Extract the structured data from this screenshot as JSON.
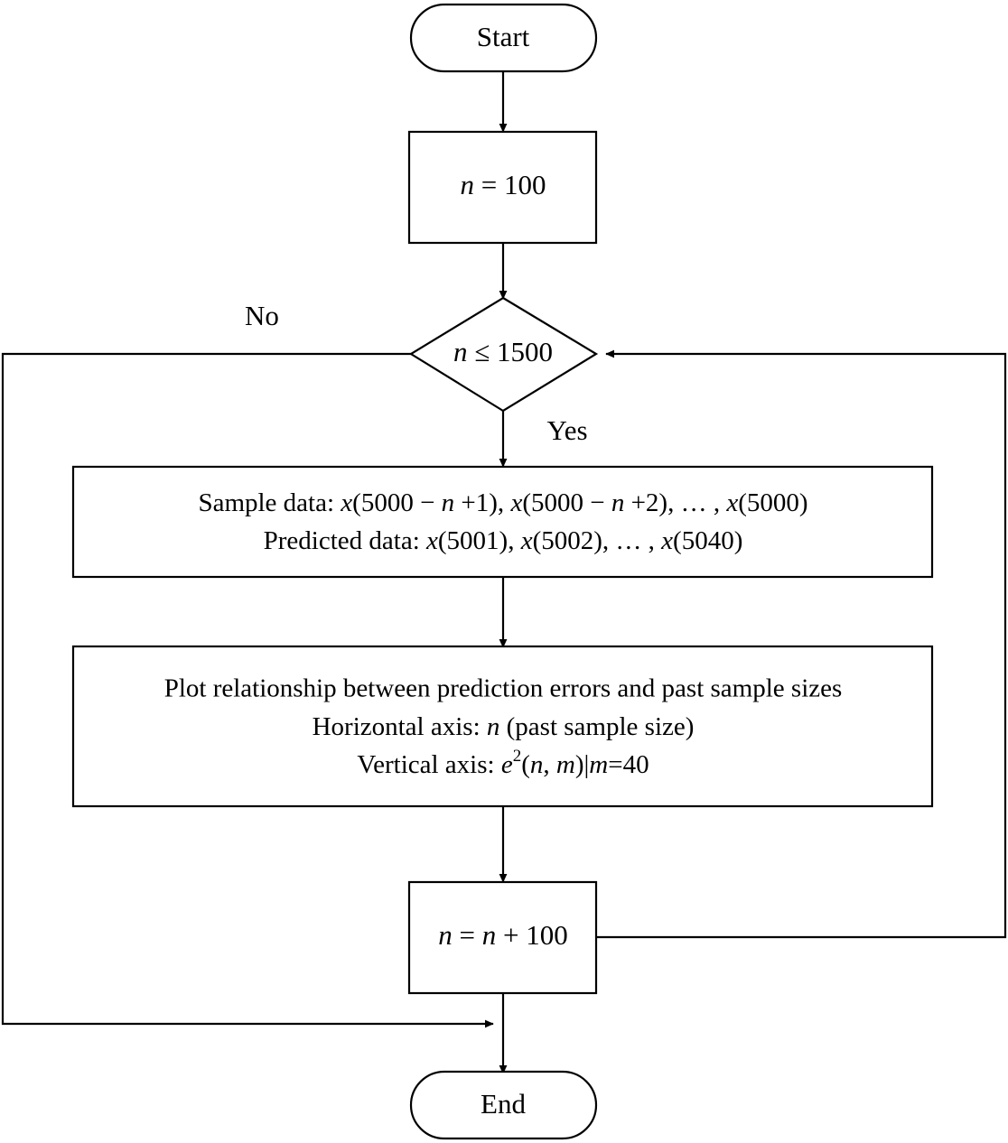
{
  "diagram": {
    "title": "Flowchart for prediction error versus past sample size experiment",
    "type": "flowchart",
    "background_color": "#ffffff",
    "line_color": "#000000",
    "text_color": "#000000"
  },
  "nodes": {
    "start": {
      "shape": "terminator",
      "label": "Start"
    },
    "init": {
      "shape": "process",
      "label_parts": {
        "var": "n",
        "rest": " = 100"
      },
      "label_plain": "n = 100"
    },
    "decision": {
      "shape": "decision",
      "label_parts": {
        "var": "n",
        "rest": " ≤ 1500"
      },
      "label_plain": "n ≤ 1500"
    },
    "data": {
      "shape": "process",
      "line1": {
        "prefix": "Sample data: ",
        "segments": [
          {
            "var": "x",
            "text": "(5000 − "
          },
          {
            "var": "n",
            "text": " +1), "
          },
          {
            "var": "x",
            "text": "(5000 − "
          },
          {
            "var": "n",
            "text": " +2), … , "
          },
          {
            "var": "x",
            "text": "(5000)"
          }
        ],
        "plain": "Sample data: x(5000 − n +1), x(5000 − n +2), … , x(5000)"
      },
      "line2": {
        "prefix": "Predicted data: ",
        "segments": [
          {
            "var": "x",
            "text": "(5001), "
          },
          {
            "var": "x",
            "text": "(5002), … , "
          },
          {
            "var": "x",
            "text": "(5040)"
          }
        ],
        "plain": "Predicted data: x(5001), x(5002), … , x(5040)"
      }
    },
    "plot": {
      "shape": "process",
      "line1": "Plot relationship between prediction errors and past sample sizes",
      "line2": {
        "prefix": "Horizontal axis:  ",
        "var": "n",
        "suffix": " (past sample size)",
        "plain": "Horizontal axis:  n (past sample size)"
      },
      "line3": {
        "prefix": "Vertical axis: ",
        "base": "e",
        "exponent": "2",
        "mid_open": "(",
        "var1": "n",
        "comma": ", ",
        "var2": "m",
        "mid_close": ")|",
        "var3": "m",
        "tail": "=40",
        "plain": "Vertical axis: e2(n, m)|m=40"
      }
    },
    "increment": {
      "shape": "process",
      "label_parts": {
        "var1": "n",
        "mid": " = ",
        "var2": "n",
        "rest": " + 100"
      },
      "label_plain": "n = n + 100"
    },
    "end": {
      "shape": "terminator",
      "label": "End"
    }
  },
  "branch_labels": {
    "no": "No",
    "yes": "Yes"
  },
  "edges": [
    {
      "from": "start",
      "to": "init",
      "label": ""
    },
    {
      "from": "init",
      "to": "decision",
      "label": ""
    },
    {
      "from": "decision",
      "to": "data",
      "label": "Yes"
    },
    {
      "from": "decision",
      "to": "end",
      "label": "No"
    },
    {
      "from": "data",
      "to": "plot",
      "label": ""
    },
    {
      "from": "plot",
      "to": "increment",
      "label": ""
    },
    {
      "from": "increment",
      "to": "decision",
      "label": ""
    },
    {
      "from": "increment",
      "to": "end",
      "label": ""
    }
  ]
}
